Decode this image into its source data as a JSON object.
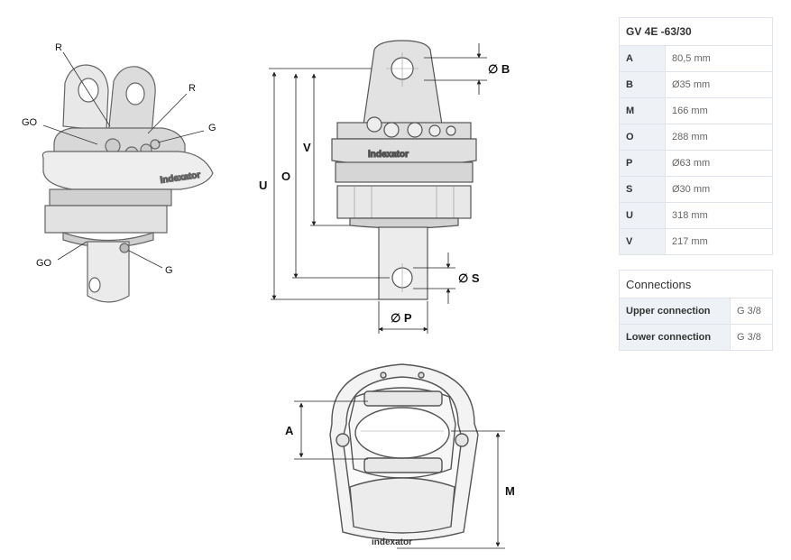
{
  "drawing": {
    "labels": {
      "R1": "R",
      "R2": "R",
      "GO1": "GO",
      "G1": "G",
      "GO2": "GO",
      "G2": "G",
      "diaB": "∅ B",
      "V": "V",
      "O": "O",
      "U": "U",
      "diaS": "∅ S",
      "diaP": "∅ P",
      "A": "A",
      "M": "M"
    },
    "brand": "indexator"
  },
  "specs": {
    "title": "GV 4E -63/30",
    "rows": [
      {
        "k": "A",
        "v": "80,5 mm"
      },
      {
        "k": "B",
        "v": "Ø35 mm"
      },
      {
        "k": "M",
        "v": "166 mm"
      },
      {
        "k": "O",
        "v": "288 mm"
      },
      {
        "k": "P",
        "v": "Ø63 mm"
      },
      {
        "k": "S",
        "v": "Ø30 mm"
      },
      {
        "k": "U",
        "v": "318 mm"
      },
      {
        "k": "V",
        "v": "217 mm"
      }
    ]
  },
  "connections": {
    "title": "Connections",
    "rows": [
      {
        "k": "Upper connection",
        "v": "G 3/8"
      },
      {
        "k": "Lower connection",
        "v": "G 3/8"
      }
    ]
  },
  "colors": {
    "header_bg": "#eef2f7",
    "border": "#dfe4ea",
    "line": "#222222"
  }
}
